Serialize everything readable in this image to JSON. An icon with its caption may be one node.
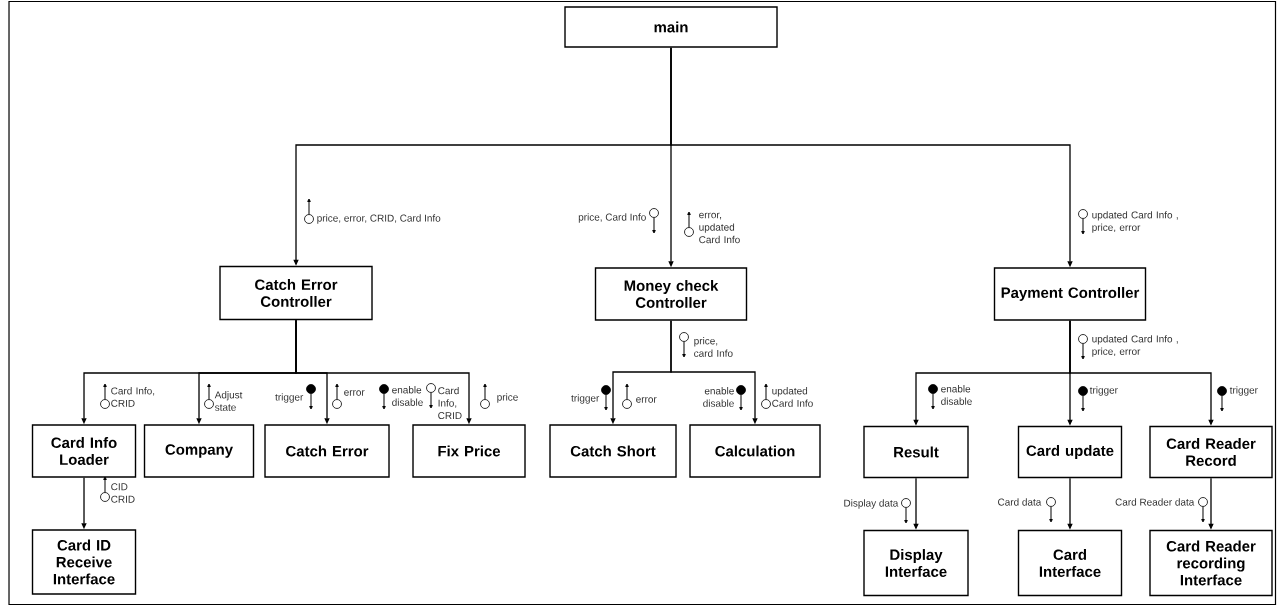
{
  "diagram": {
    "nodes": [
      {
        "text": [
          "main"
        ]
      },
      {
        "text": [
          "Catch Error Controller"
        ]
      },
      {
        "text": [
          "Money check Controller"
        ]
      },
      {
        "text": [
          "Payment Controller"
        ]
      },
      {
        "text": [
          "Card Info Loader"
        ]
      },
      {
        "text": [
          "Company"
        ]
      },
      {
        "text": [
          "Catch Error"
        ]
      },
      {
        "text": [
          "Fix Price"
        ]
      },
      {
        "text": [
          "Catch Short"
        ]
      },
      {
        "text": [
          "Calculation"
        ]
      },
      {
        "text": [
          "Result"
        ]
      },
      {
        "text": [
          "Card update"
        ]
      },
      {
        "text": [
          "Card Reader Record"
        ]
      },
      {
        "text": [
          "Card ID Receive Interface"
        ]
      },
      {
        "text": [
          "Display Interface"
        ]
      },
      {
        "text": [
          "Card Interface"
        ]
      },
      {
        "text": [
          "Card Reader recording Interface"
        ]
      }
    ],
    "edges": [
      {
        "from": 0,
        "to": 1,
        "arrow": "to"
      },
      {
        "from": 0,
        "to": 2,
        "arrow": "to"
      },
      {
        "from": 0,
        "to": 3,
        "arrow": "to"
      },
      {
        "from": 1,
        "to": 4,
        "arrow": "to"
      },
      {
        "from": 1,
        "to": 5,
        "arrow": "to"
      },
      {
        "from": 1,
        "to": 6,
        "arrow": "to"
      },
      {
        "from": 1,
        "to": 7,
        "arrow": "to"
      },
      {
        "from": 2,
        "to": 8,
        "arrow": "to"
      },
      {
        "from": 2,
        "to": 9,
        "arrow": "to"
      },
      {
        "from": 3,
        "to": 10,
        "arrow": "to"
      },
      {
        "from": 3,
        "to": 11,
        "arrow": "to"
      },
      {
        "from": 3,
        "to": 12,
        "arrow": "to"
      },
      {
        "from": 4,
        "to": 13,
        "arrow": "to"
      },
      {
        "from": 10,
        "to": 14,
        "arrow": "to"
      },
      {
        "from": 11,
        "to": 15,
        "arrow": "to"
      },
      {
        "from": 12,
        "to": 16,
        "arrow": "to"
      }
    ],
    "labels": [
      "price, error, CRID, Card Info",
      "price, Card Info",
      "error, updated Card Info",
      "updated Card Info , price, error",
      "price, card Info",
      "updated Card Info , price, error",
      "Card Info, CRID",
      "Adjust state",
      "trigger",
      "error",
      "enable disable",
      "Card Info, CRID",
      "price",
      "trigger",
      "error",
      "enable disable",
      "updated Card Info",
      "enable disable",
      "trigger",
      "trigger",
      "CID CRID",
      "Display data",
      "Card data",
      "Card Reader data"
    ]
  }
}
